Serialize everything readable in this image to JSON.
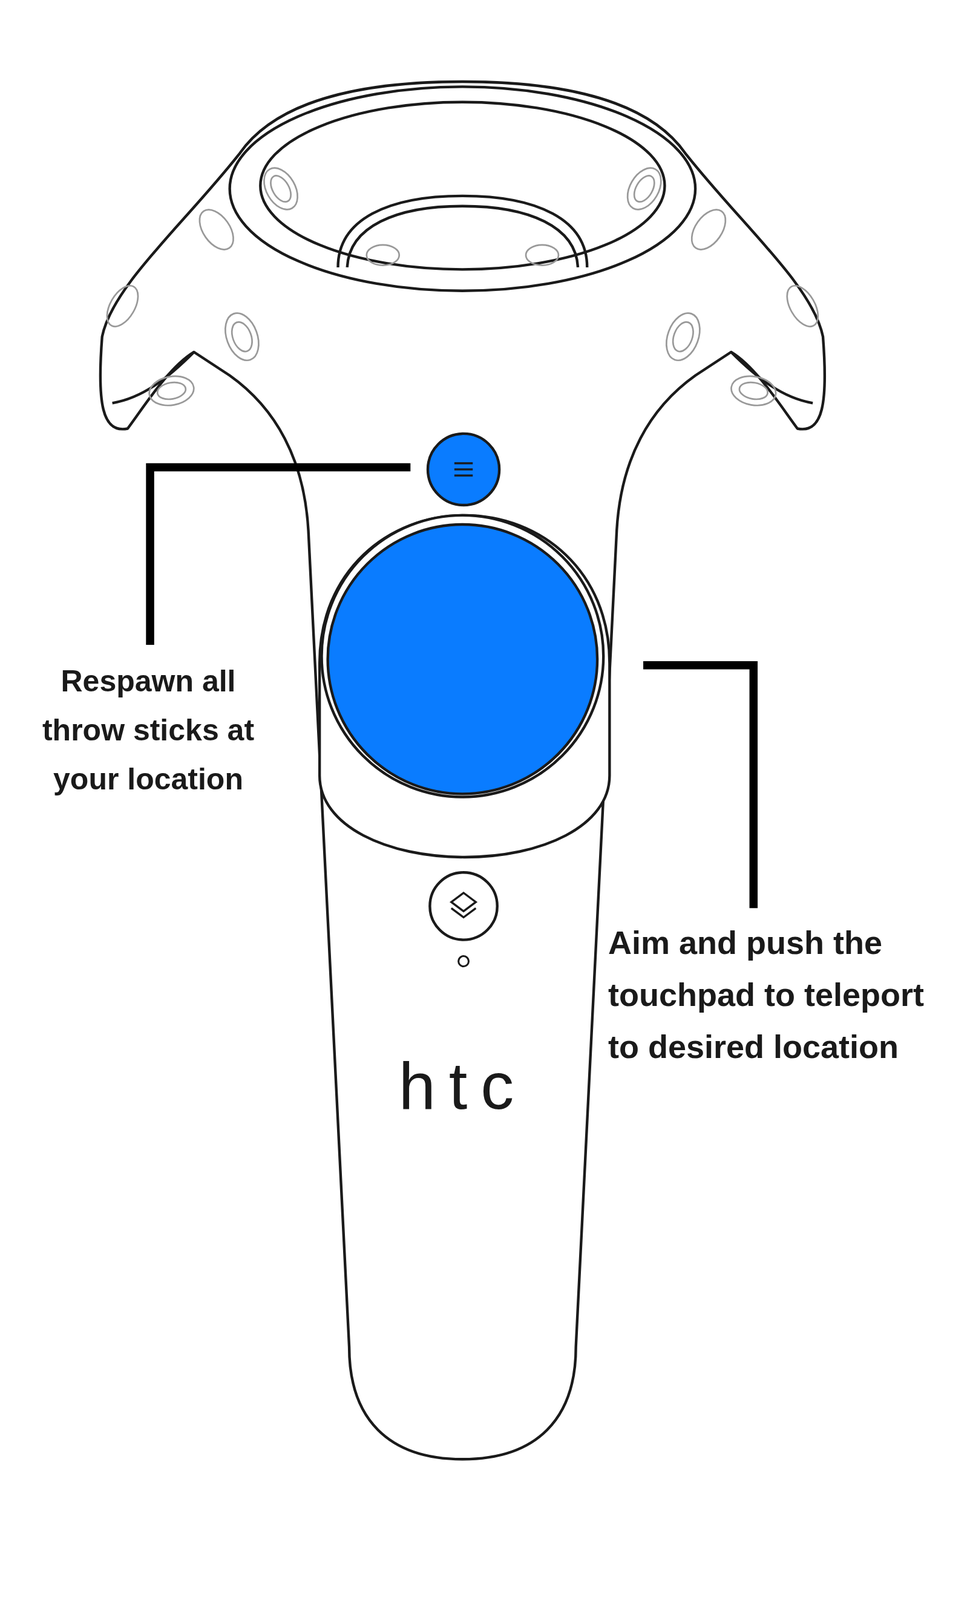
{
  "diagram": {
    "labels": [
      "Respawn all throw sticks at your location",
      "Aim and push the touchpad to teleport to desired location",
      "htc"
    ]
  }
}
